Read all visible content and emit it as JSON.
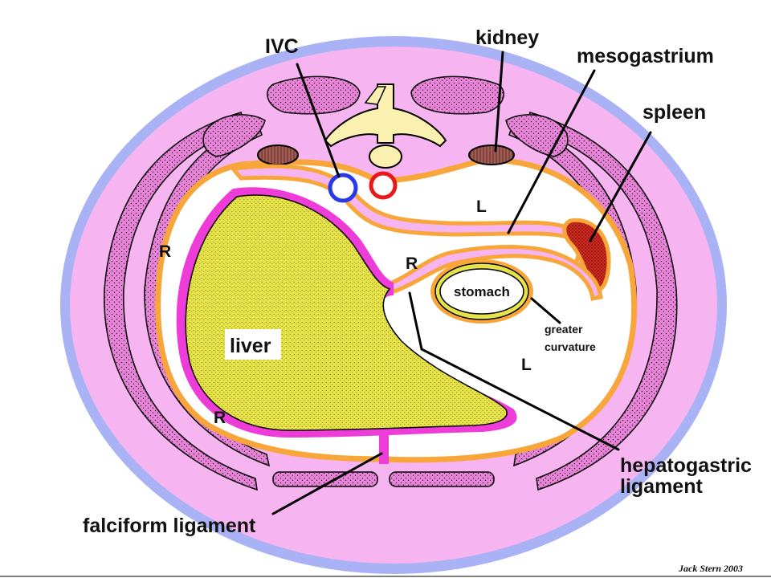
{
  "labels": {
    "ivc": "IVC",
    "kidney": "kidney",
    "mesogastrium": "mesogastrium",
    "spleen": "spleen",
    "stomach": "stomach",
    "greater_curvature_1": "greater",
    "greater_curvature_2": "curvature",
    "liver": "liver",
    "hepatogastric_1": "hepatogastric",
    "hepatogastric_2": "ligament",
    "falciform": "falciform ligament",
    "right_1": "R",
    "right_2": "R",
    "right_3": "R",
    "left_1": "L",
    "left_2": "L"
  },
  "credit": "Jack Stern 2003",
  "colors": {
    "outer_skin": "#a9b2f4",
    "body_wall": "#f6b4f0",
    "muscle": "#e884d8",
    "orange_peritoneum": "#f8a53a",
    "magenta_mesentery": "#ee3cd8",
    "liver_fill": "#e6e24a",
    "spleen_fill": "#d02a20",
    "kidney_fill": "#a35d55",
    "spine_fill": "#fbf0b0",
    "ivc_stroke": "#2a39e8",
    "aorta_stroke": "#e81818",
    "stomach_outer": "#e6e24a"
  }
}
